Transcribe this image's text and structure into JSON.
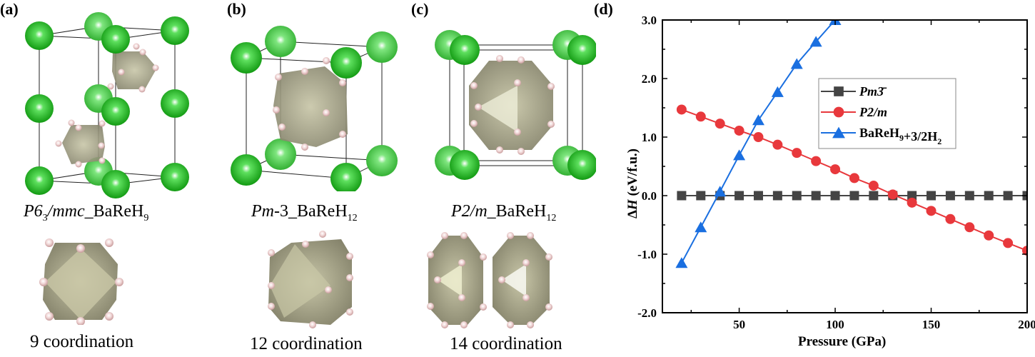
{
  "panels": {
    "a": {
      "label": "(a)",
      "caption_sg_italic": "P",
      "caption_sg_sub": "3",
      "caption_sg_rest_italic": "6",
      "caption_parts": [
        "P6",
        "3",
        "/mmc",
        "_BaReH",
        "9"
      ],
      "coordination": "9 coordination"
    },
    "b": {
      "label": "(b)",
      "caption_parts": [
        "Pm",
        "-3",
        "_BaReH",
        "12"
      ],
      "coordination": "12 coordination"
    },
    "c": {
      "label": "(c)",
      "caption_parts": [
        "P2/m",
        "_BaReH",
        "12"
      ],
      "coordination": "14 coordination"
    },
    "d": {
      "label": "(d)"
    }
  },
  "colors": {
    "ba_green": "#22b022",
    "h_pink": "#e8c4c4",
    "polyhedron": "#8c8a72",
    "series_black": "#444444",
    "series_red": "#e8383c",
    "series_blue": "#1a6fe0"
  },
  "chart_data": {
    "type": "line",
    "title": "",
    "xlabel": "Pressure (GPa)",
    "ylabel": "ΔH (eV/f.u.)",
    "xlim": [
      10,
      200
    ],
    "ylim": [
      -2.0,
      3.0
    ],
    "xticks": [
      "50",
      "100",
      "150",
      "200"
    ],
    "yticks": [
      "3.0",
      "2.0",
      "1.0",
      "0.0",
      "-1.0",
      "-2.0"
    ],
    "legend_position": "upper center",
    "grid": false,
    "series": [
      {
        "name": "Pm-3",
        "legend": "Pm3̄",
        "marker": "square",
        "color": "#444444",
        "x": [
          20,
          30,
          40,
          50,
          60,
          70,
          80,
          90,
          100,
          110,
          120,
          130,
          140,
          150,
          160,
          170,
          180,
          190,
          200
        ],
        "values": [
          0,
          0,
          0,
          0,
          0,
          0,
          0,
          0,
          0,
          0,
          0,
          0,
          0,
          0,
          0,
          0,
          0,
          0,
          0
        ]
      },
      {
        "name": "P2/m",
        "legend": "P2/m",
        "marker": "circle",
        "color": "#e8383c",
        "x": [
          20,
          30,
          40,
          50,
          60,
          70,
          80,
          90,
          100,
          110,
          120,
          130,
          140,
          150,
          160,
          170,
          180,
          190,
          200
        ],
        "values": [
          1.47,
          1.35,
          1.23,
          1.11,
          1.0,
          0.87,
          0.73,
          0.59,
          0.45,
          0.3,
          0.17,
          0.02,
          -0.12,
          -0.26,
          -0.4,
          -0.54,
          -0.68,
          -0.81,
          -0.94
        ]
      },
      {
        "name": "BaReH9+3/2H2",
        "legend": "BaReH9+3/2H2",
        "marker": "triangle",
        "color": "#1a6fe0",
        "x": [
          20,
          30,
          40,
          50,
          60,
          70,
          80,
          90,
          100
        ],
        "values": [
          -1.15,
          -0.54,
          0.07,
          0.69,
          1.29,
          1.77,
          2.25,
          2.63,
          3.0
        ]
      }
    ]
  }
}
